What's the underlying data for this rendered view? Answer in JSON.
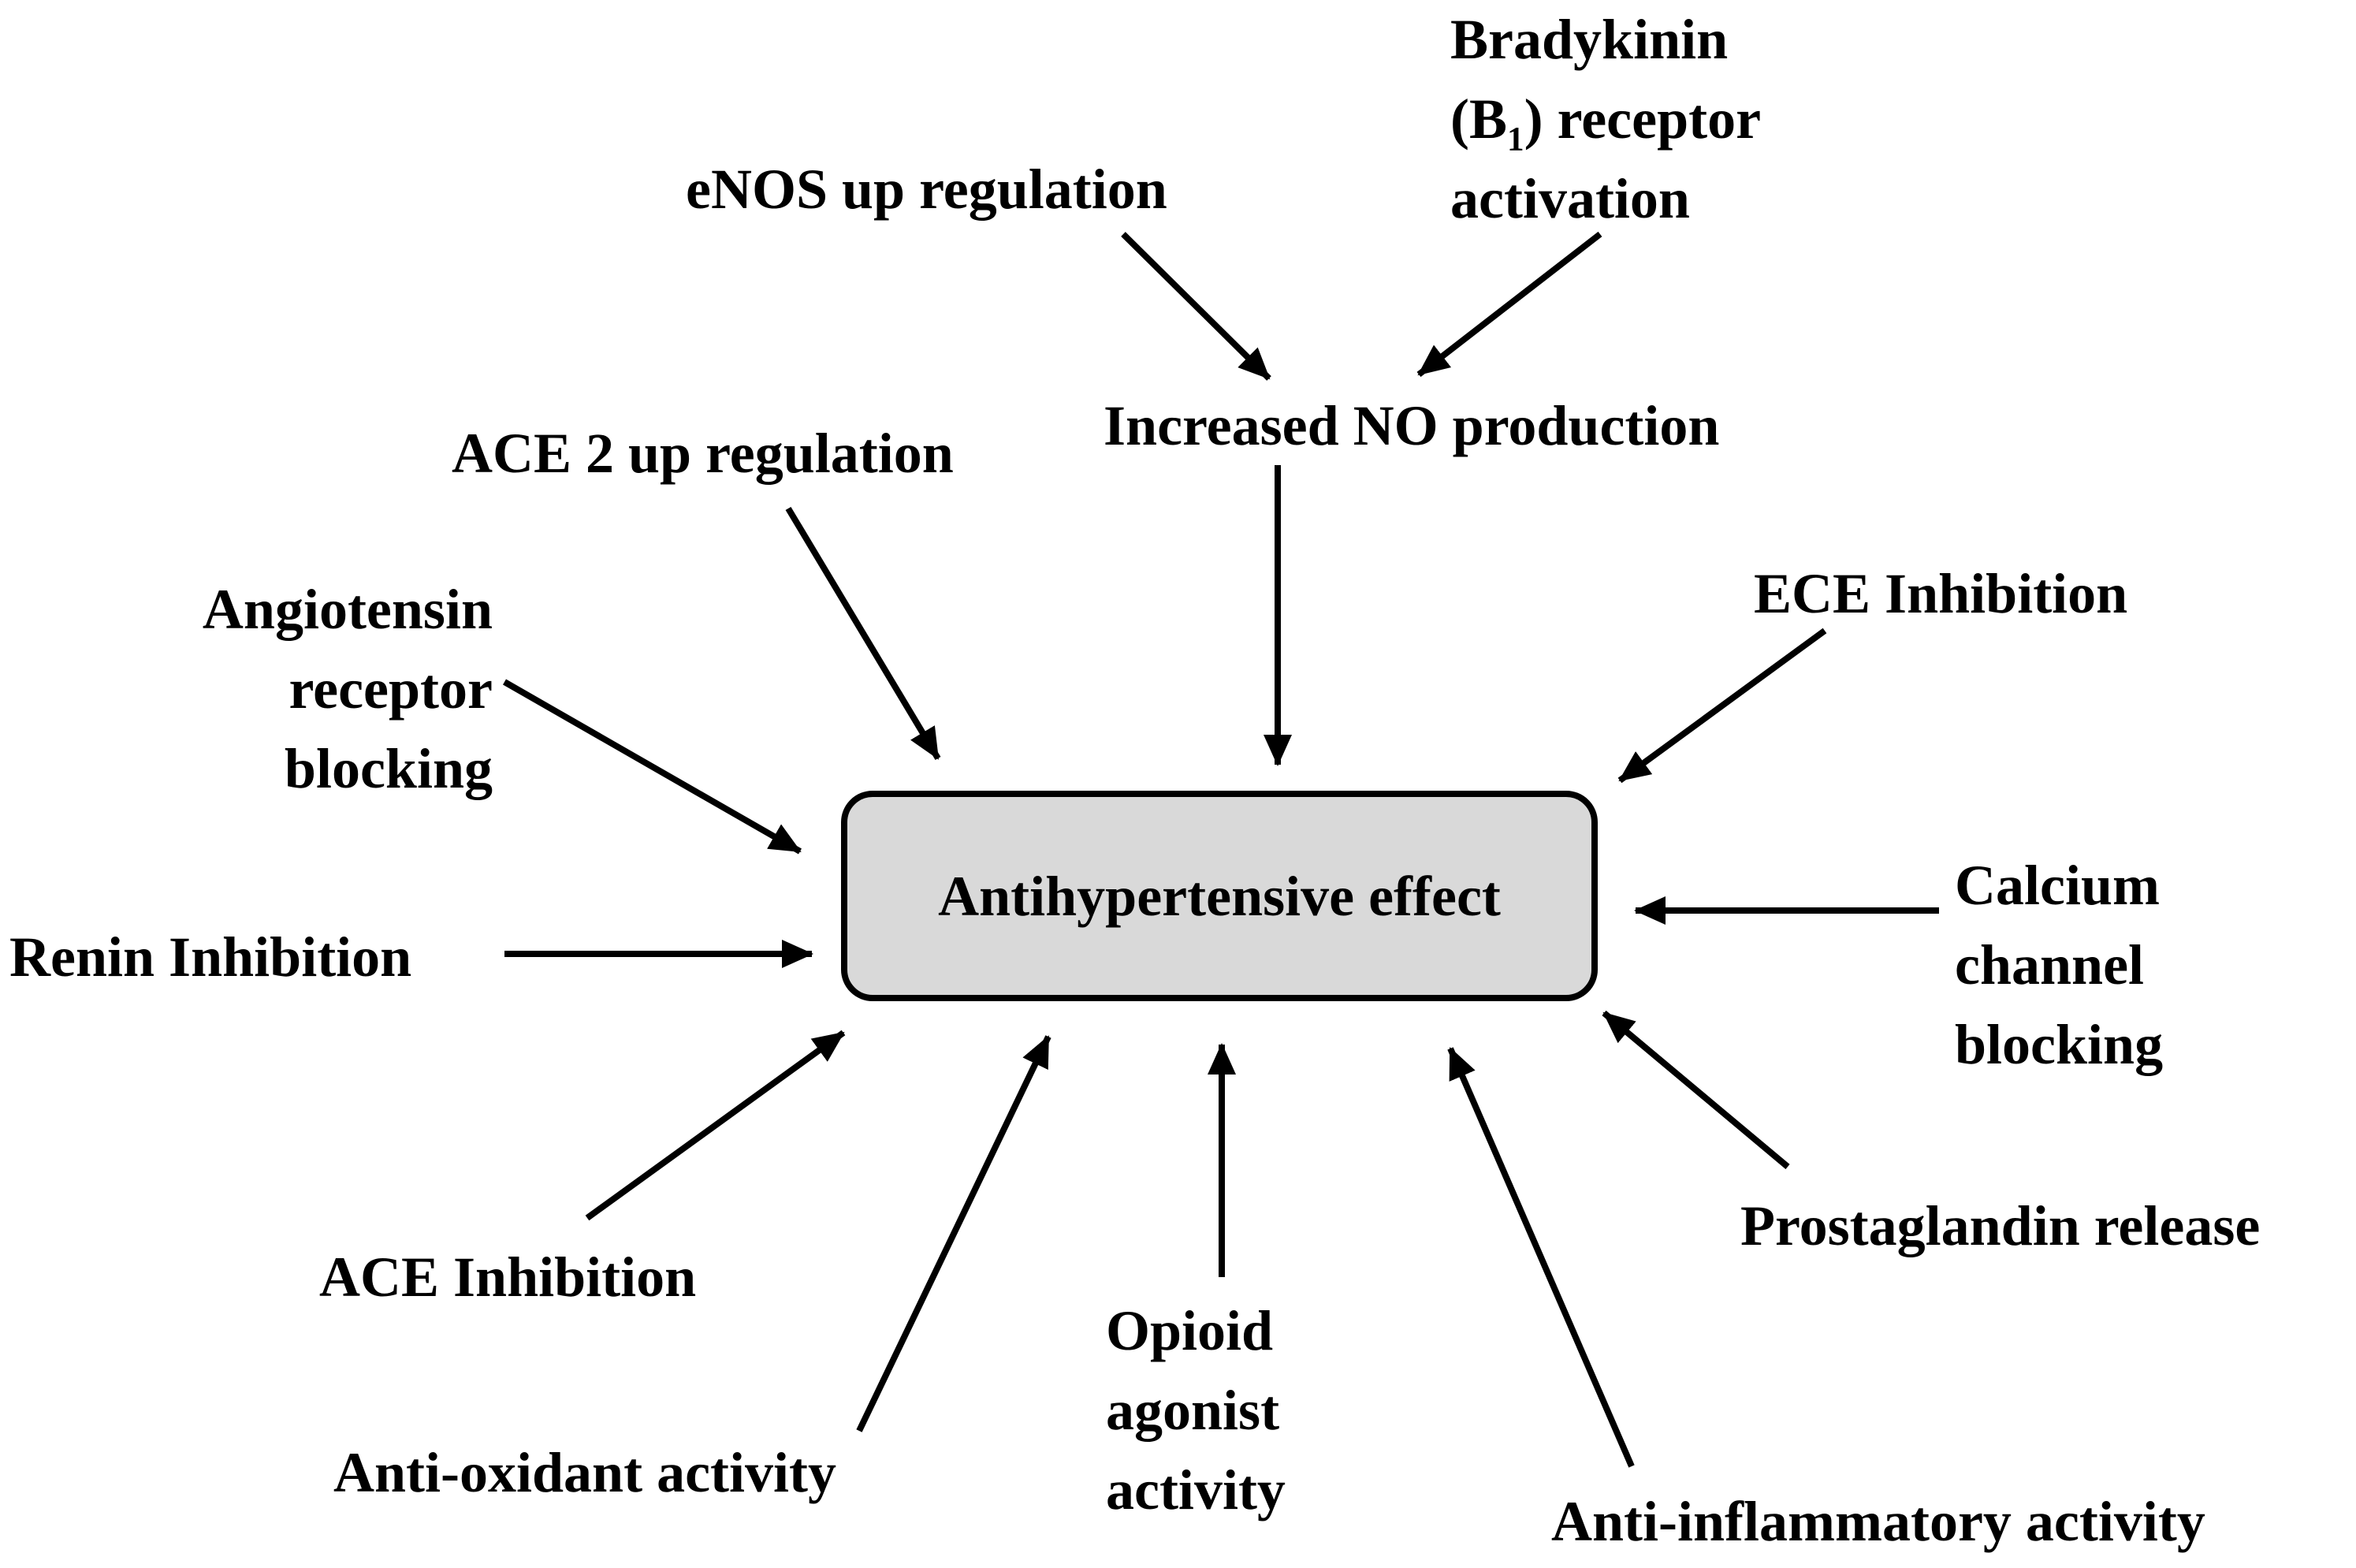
{
  "colors": {
    "center_fill": "#d9d9d9",
    "stroke": "#000000",
    "text": "#000000",
    "background": "#ffffff"
  },
  "center": {
    "label": "Antihypertensive effect"
  },
  "labels": {
    "bradykinin": {
      "line1": "Bradykinin",
      "line2_pre": "(B",
      "line2_sub": "1",
      "line2_post": ") receptor",
      "line3": "activation"
    },
    "enos": "eNOS up regulation",
    "no_production": "Increased NO production",
    "ace2": "ACE 2 up regulation",
    "angiotensin": {
      "line1": "Angiotensin",
      "line2": "receptor",
      "line3": "blocking"
    },
    "ece": "ECE Inhibition",
    "renin": "Renin Inhibition",
    "calcium": {
      "line1": "Calcium",
      "line2": "channel",
      "line3": "blocking"
    },
    "ace_inhibition": "ACE Inhibition",
    "prostaglandin": "Prostaglandin release",
    "opioid": {
      "line1": "Opioid",
      "line2": "agonist",
      "line3": "activity"
    },
    "antioxidant": "Anti-oxidant activity",
    "anti_inflammatory": "Anti-inflammatory activity"
  }
}
